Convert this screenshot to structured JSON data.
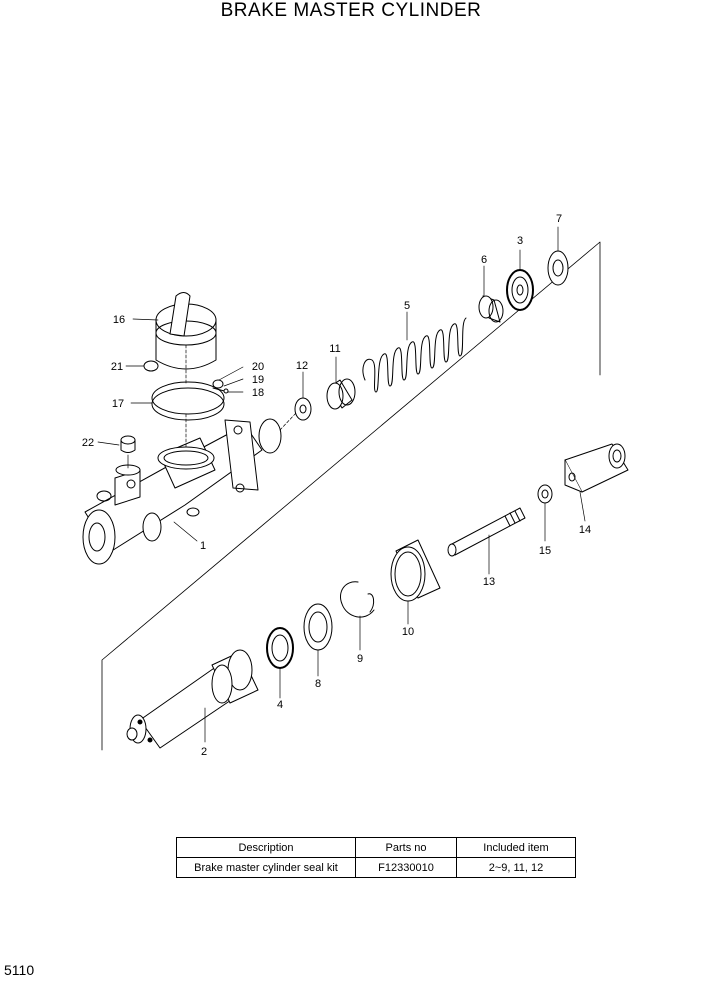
{
  "page": {
    "title": "BRAKE MASTER CYLINDER",
    "page_number": "5110"
  },
  "callouts": [
    "1",
    "2",
    "3",
    "4",
    "5",
    "6",
    "7",
    "8",
    "9",
    "10",
    "11",
    "12",
    "13",
    "14",
    "15",
    "16",
    "17",
    "18",
    "19",
    "20",
    "21",
    "22"
  ],
  "table": {
    "headers": [
      "Description",
      "Parts no",
      "Included item"
    ],
    "rows": [
      [
        "Brake master cylinder seal kit",
        "F12330010",
        "2~9, 11, 12"
      ]
    ]
  }
}
